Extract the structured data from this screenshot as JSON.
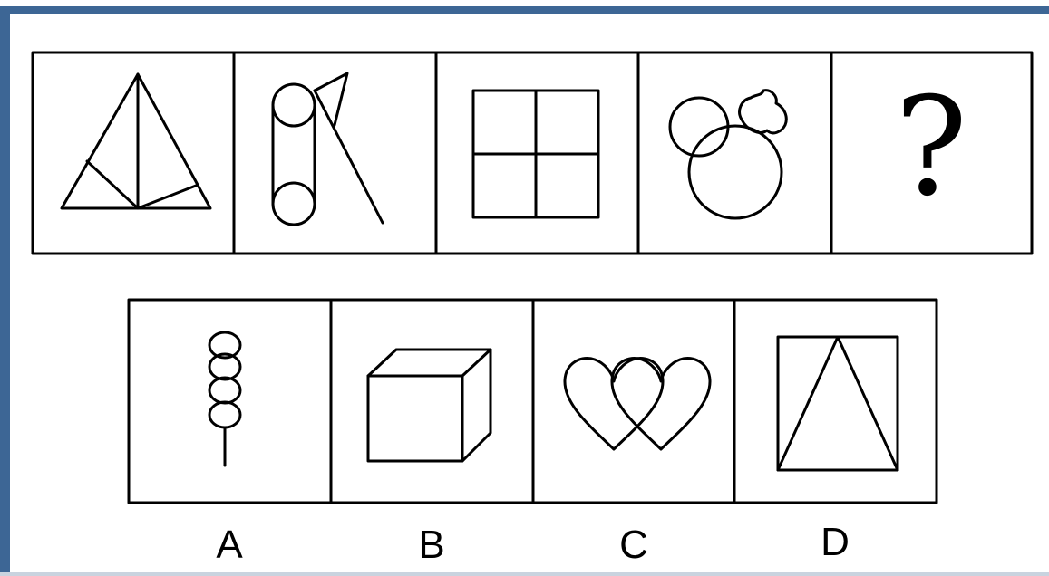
{
  "question_row": {
    "cells": [
      {
        "figure": "triangle-with-internal-lines-icon"
      },
      {
        "figure": "cylinder-with-slanted-line-icon"
      },
      {
        "figure": "square-divided-in-four-icon"
      },
      {
        "figure": "overlapping-circles-with-blob-icon"
      },
      {
        "figure": "question-mark",
        "text": "?"
      }
    ]
  },
  "options": [
    {
      "label": "A",
      "figure": "stacked-ovals-on-stick-icon"
    },
    {
      "label": "B",
      "figure": "cube-icon"
    },
    {
      "label": "C",
      "figure": "overlapping-hearts-icon"
    },
    {
      "label": "D",
      "figure": "triangle-in-rectangle-icon"
    }
  ],
  "colors": {
    "frame_accent": "#3d6695",
    "line": "#000000",
    "background": "#ffffff"
  }
}
